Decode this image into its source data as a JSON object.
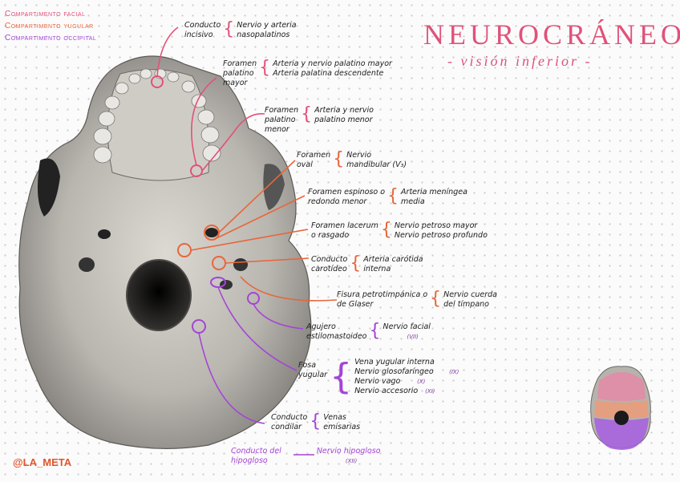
{
  "legend": [
    {
      "text": "Compartimento facial",
      "color": "#e0527a"
    },
    {
      "text": "Compartimento yugular",
      "color": "#e8663a"
    },
    {
      "text": "Compartimento occipital",
      "color": "#a444d6"
    }
  ],
  "title": "NEUROCRÁNEO",
  "subtitle": "- visión inferior -",
  "handle": "@LA_META",
  "labels": [
    {
      "name": "Conducto\nincisivo",
      "desc": "Nervio y arteria\nnasopalatinos",
      "color": "#e0527a"
    },
    {
      "name": "Foramen\npalatino\nmayor",
      "desc": "Arteria y nervio palatino mayor\nArteria palatina descendente",
      "color": "#e0527a"
    },
    {
      "name": "Foramen\npalatino\nmenor",
      "desc": "Arteria y nervio\npalatino menor",
      "color": "#e0527a"
    },
    {
      "name": "Foramen\noval",
      "desc": "Nervio\nmandibular (V₃)",
      "color": "#e8663a"
    },
    {
      "name": "Foramen espinoso o\nredondo menor",
      "desc": "Arteria meníngea\nmedia",
      "color": "#e8663a"
    },
    {
      "name": "Foramen lacerum\no rasgado",
      "desc": "Nervio petroso mayor\nNervio petroso profundo",
      "color": "#e8663a"
    },
    {
      "name": "Conducto\ncarotídeo",
      "desc": "Arteria carótida\ninterna",
      "color": "#e8663a"
    },
    {
      "name": "Fisura petrotimpánica o\nde Glaser",
      "desc": "Nervio cuerda\ndel tímpano",
      "color": "#e8663a"
    },
    {
      "name": "Agujero\nestilomastoideo",
      "desc": "Nervio facial",
      "roman": "(VII)",
      "color": "#a444d6"
    },
    {
      "name": "Fosa\nyugular",
      "desc": "Vena yugular interna\nNervio glosofaríngeo\nNervio vago\nNervio accesorio",
      "roman_list": [
        "(IX)",
        "(X)",
        "(XI)"
      ],
      "color": "#a444d6"
    },
    {
      "name": "Conducto\ncondilar",
      "desc": "Venas\nemisarias",
      "color": "#a444d6"
    },
    {
      "name": "Conducto del\nhipogloso",
      "desc": "Nervio hipogloso",
      "roman": "(XII)",
      "color": "#a444d6"
    }
  ]
}
